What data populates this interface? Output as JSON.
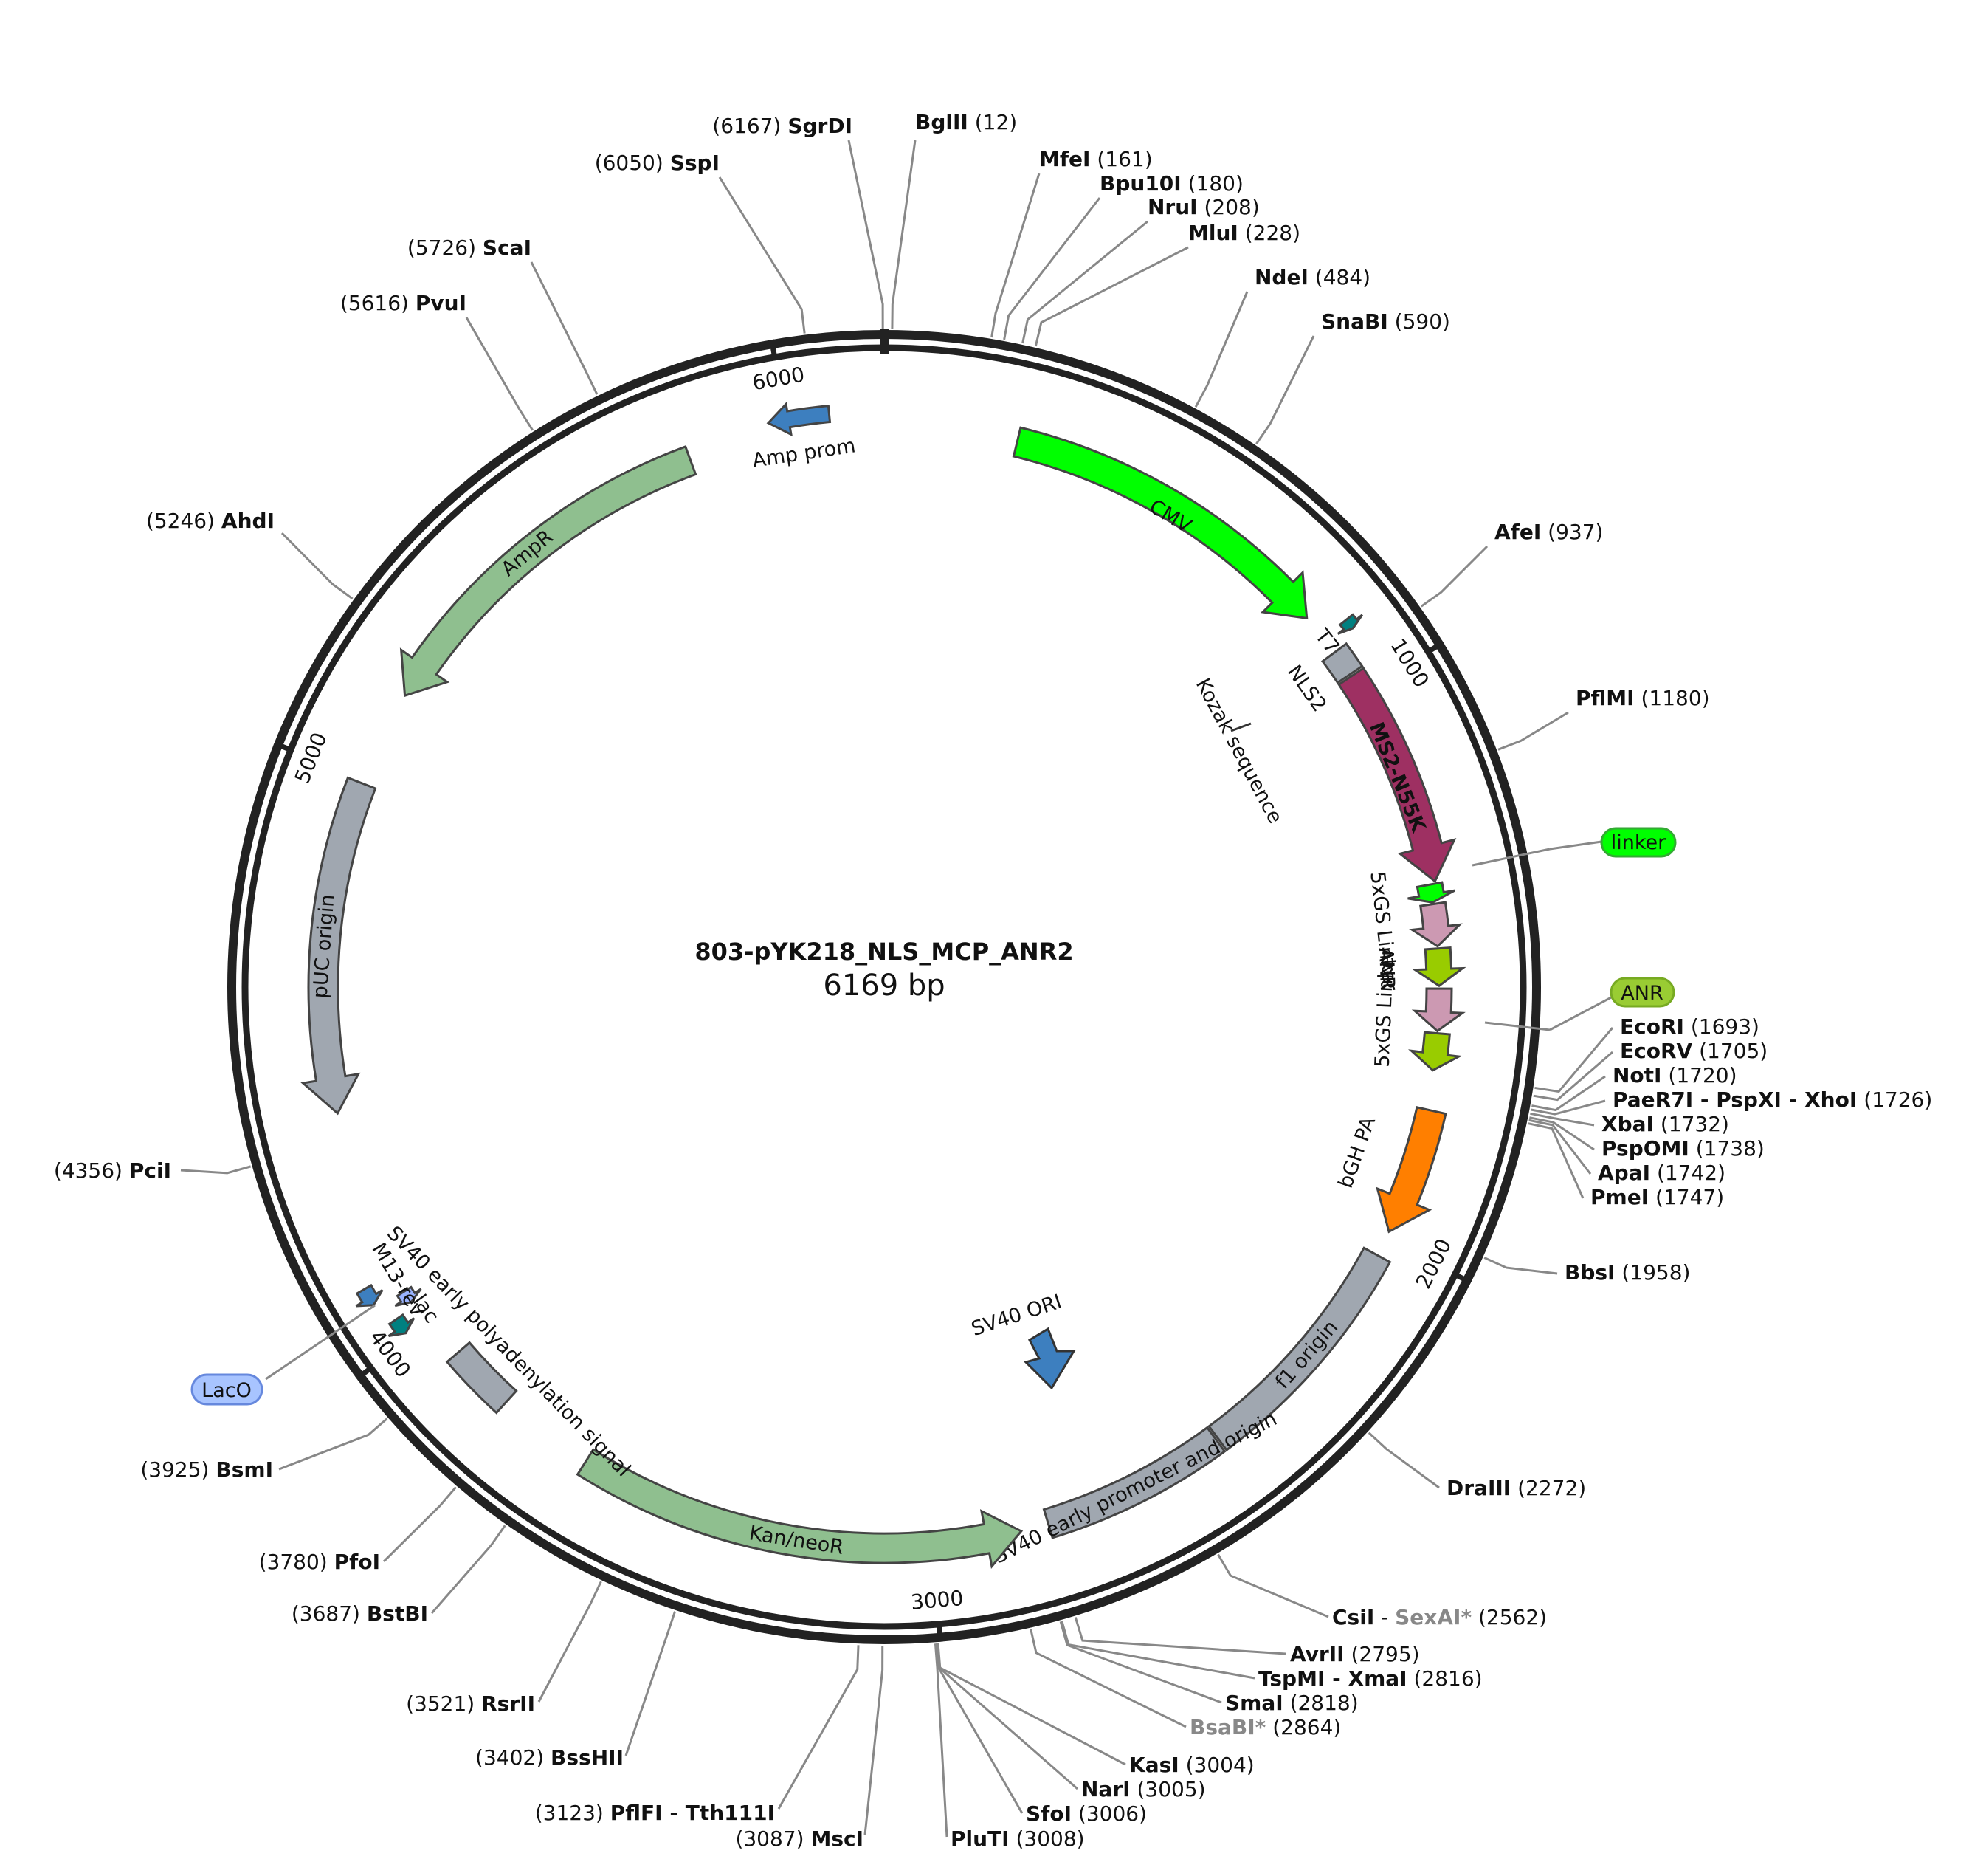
{
  "plasmid": {
    "name": "803-pYK218_NLS_MCP_ANR2",
    "length_bp": 6169,
    "size_label": "6169 bp"
  },
  "ticks": [
    {
      "bp": 1000,
      "label": "1000"
    },
    {
      "bp": 2000,
      "label": "2000"
    },
    {
      "bp": 3000,
      "label": "3000"
    },
    {
      "bp": 4000,
      "label": "4000"
    },
    {
      "bp": 5000,
      "label": "5000"
    },
    {
      "bp": 6000,
      "label": "6000"
    }
  ],
  "features": [
    {
      "name": "CMV",
      "start": 235,
      "end": 838,
      "strand": 1,
      "color": "#00ff00",
      "label": "CMV"
    },
    {
      "name": "T7",
      "start": 883,
      "end": 901,
      "strand": 1,
      "color": "#008080",
      "label": "T7"
    },
    {
      "name": "NLS2",
      "start": 915,
      "end": 962,
      "strand": 0,
      "color": "#a0a7b0",
      "label": "NLS2"
    },
    {
      "name": "MS2-N55K",
      "start": 966,
      "end": 1356,
      "strand": 1,
      "color": "#9e3062",
      "label": "MS2-N55K"
    },
    {
      "name": "linker",
      "start": 1360,
      "end": 1392,
      "strand": 1,
      "color": "#00ff00",
      "label": ""
    },
    {
      "name": "5xGS Linker",
      "start": 1395,
      "end": 1470,
      "strand": 1,
      "color": "#cc99b2",
      "label": "5xGS Linker"
    },
    {
      "name": "ANR",
      "start": 1474,
      "end": 1540,
      "strand": 1,
      "color": "#99cc00",
      "label": "ANR"
    },
    {
      "name": "5xGS Linker 2",
      "start": 1545,
      "end": 1620,
      "strand": 1,
      "color": "#cc99b2",
      "label": "5xGS Linker"
    },
    {
      "name": "ANR 2",
      "start": 1624,
      "end": 1690,
      "strand": 1,
      "color": "#99cc00",
      "label": ""
    },
    {
      "name": "bGH PA",
      "start": 1760,
      "end": 1985,
      "strand": 1,
      "color": "#ff7f00",
      "label": "bGH PA"
    },
    {
      "name": "f1 origin",
      "start": 2031,
      "end": 2459,
      "strand": 0,
      "color": "#a0a7b0",
      "label": "f1 origin"
    },
    {
      "name": "SV40 early promoter and origin",
      "start": 2463,
      "end": 2793,
      "strand": 0,
      "color": "#a0a7b0",
      "label": "SV40 early promoter and origin"
    },
    {
      "name": "SV40 ORI",
      "start": 2644,
      "end": 2780,
      "strand": 1,
      "color": "#3d7fbf",
      "label": "SV40 ORI"
    },
    {
      "name": "Kan/neoR",
      "start": 2842,
      "end": 3636,
      "strand": -1,
      "color": "#8fbf8f",
      "label": "Kan/neoR"
    },
    {
      "name": "SV40 early polyadenylation signal",
      "start": 3810,
      "end": 3931,
      "strand": 0,
      "color": "#a0a7b0",
      "label": "SV40 early polyadenylation signal"
    },
    {
      "name": "lac",
      "start": 4012,
      "end": 4040,
      "strand": -1,
      "color": "#008080",
      "label": "lac"
    },
    {
      "name": "LacO",
      "start": 4050,
      "end": 4072,
      "strand": -1,
      "color": "#99b3ff",
      "label": ""
    },
    {
      "name": "M13-rev",
      "start": 4080,
      "end": 4110,
      "strand": -1,
      "color": "#3d7fbf",
      "label": "M13-rev"
    },
    {
      "name": "pUC origin",
      "start": 4404,
      "end": 4992,
      "strand": -1,
      "color": "#a0a7b0",
      "label": "pUC origin"
    },
    {
      "name": "AmpR",
      "start": 5163,
      "end": 5823,
      "strand": -1,
      "color": "#8fbf8f",
      "label": "AmpR"
    },
    {
      "name": "Amp prom",
      "start": 5970,
      "end": 6075,
      "strand": -1,
      "color": "#3d7fbf",
      "label": "Amp prom"
    }
  ],
  "side_labels": [
    {
      "text": "Kozak sequence"
    },
    {
      "text": "linker",
      "color": "#00ff00"
    },
    {
      "text": "ANR",
      "color": "#99cc00"
    },
    {
      "text": "LacO",
      "color": "#99b3ff"
    }
  ],
  "sites": [
    {
      "pos": "(6167)",
      "name": "SgrDI",
      "bp": 6167
    },
    {
      "pos": "(12)",
      "name": "BglII",
      "bp": 12
    },
    {
      "pos": "(6050)",
      "name": "SspI",
      "bp": 6050
    },
    {
      "pos": "(161)",
      "name": "MfeI",
      "bp": 161
    },
    {
      "pos": "(180)",
      "name": "Bpu10I",
      "bp": 180
    },
    {
      "pos": "(208)",
      "name": "NruI",
      "bp": 208
    },
    {
      "pos": "(228)",
      "name": "MluI",
      "bp": 228
    },
    {
      "pos": "(5726)",
      "name": "ScaI",
      "bp": 5726
    },
    {
      "pos": "(484)",
      "name": "NdeI",
      "bp": 484
    },
    {
      "pos": "(5616)",
      "name": "PvuI",
      "bp": 5616
    },
    {
      "pos": "(590)",
      "name": "SnaBI",
      "bp": 590
    },
    {
      "pos": "(5246)",
      "name": "AhdI",
      "bp": 5246
    },
    {
      "pos": "(937)",
      "name": "AfeI",
      "bp": 937
    },
    {
      "pos": "(1180)",
      "name": "PflMI",
      "bp": 1180
    },
    {
      "pos": "(1693)",
      "name": "EcoRI",
      "bp": 1693
    },
    {
      "pos": "(1705)",
      "name": "EcoRV",
      "bp": 1705
    },
    {
      "pos": "(1720)",
      "name": "NotI",
      "bp": 1720
    },
    {
      "pos": "(1726)",
      "name": "PaeR7I - PspXI - XhoI",
      "bp": 1726
    },
    {
      "pos": "(1732)",
      "name": "XbaI",
      "bp": 1732
    },
    {
      "pos": "(1738)",
      "name": "PspOMI",
      "bp": 1738
    },
    {
      "pos": "(1742)",
      "name": "ApaI",
      "bp": 1742
    },
    {
      "pos": "(1747)",
      "name": "PmeI",
      "bp": 1747
    },
    {
      "pos": "(4356)",
      "name": "PciI",
      "bp": 4356
    },
    {
      "pos": "(1958)",
      "name": "BbsI",
      "bp": 1958
    },
    {
      "pos": "(3925)",
      "name": "BsmI",
      "bp": 3925
    },
    {
      "pos": "(2272)",
      "name": "DraIII",
      "bp": 2272
    },
    {
      "pos": "(3780)",
      "name": "PfoI",
      "bp": 3780
    },
    {
      "pos": "(3687)",
      "name": "BstBI",
      "bp": 3687
    },
    {
      "pos": "(2562)",
      "name": "CsiI",
      "name2": "SexAI*",
      "bp": 2562
    },
    {
      "pos": "(2795)",
      "name": "AvrII",
      "bp": 2795
    },
    {
      "pos": "(2816)",
      "name": "TspMI - XmaI",
      "bp": 2816
    },
    {
      "pos": "(2818)",
      "name": "SmaI",
      "bp": 2818
    },
    {
      "pos": "(2864)",
      "name": "BsaBI*",
      "bp": 2864,
      "nonunique": true
    },
    {
      "pos": "(3521)",
      "name": "RsrII",
      "bp": 3521
    },
    {
      "pos": "(3402)",
      "name": "BssHII",
      "bp": 3402
    },
    {
      "pos": "(3004)",
      "name": "KasI",
      "bp": 3004
    },
    {
      "pos": "(3005)",
      "name": "NarI",
      "bp": 3005
    },
    {
      "pos": "(3123)",
      "name": "PflFI - Tth111I",
      "bp": 3123
    },
    {
      "pos": "(3006)",
      "name": "SfoI",
      "bp": 3006
    },
    {
      "pos": "(3087)",
      "name": "MscI",
      "bp": 3087
    },
    {
      "pos": "(3008)",
      "name": "PluTI",
      "bp": 3008
    }
  ]
}
